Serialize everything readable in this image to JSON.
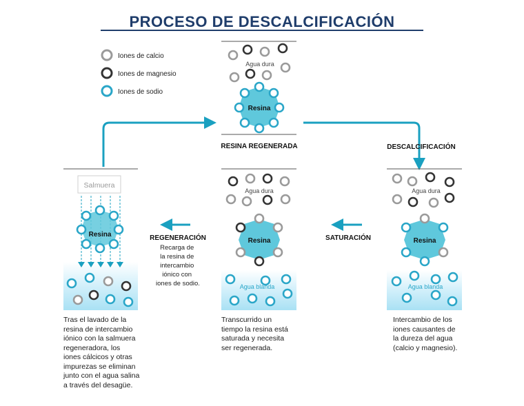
{
  "title": "PROCESO DE DESCALCIFICACIÓN",
  "legend": [
    {
      "label": "Iones de calcio",
      "color": "#9a9a9a"
    },
    {
      "label": "Iones de magnesio",
      "color": "#333333"
    },
    {
      "label": "Iones de sodio",
      "color": "#2aa6c8"
    }
  ],
  "labels": {
    "agua_dura": "Agua dura",
    "agua_blanda": "Agua blanda",
    "resina": "Resina",
    "salmuera": "Salmuera"
  },
  "steps": {
    "regenerada": "RESINA REGENERADA",
    "descalcificacion": "DESCALCIFICACIÓN",
    "saturacion": "SATURACIÓN",
    "regeneracion": "REGENERACIÓN"
  },
  "regeneracion_sub": [
    "Recarga de",
    "la resina de",
    "intercambio",
    "iónico con",
    "iones de sodio."
  ],
  "descriptions": {
    "left": [
      "Tras el lavado de la",
      "resina de intercambio",
      "iónico con la salmuera",
      "regeneradora, los",
      "iones cálcicos y otras",
      "impurezas se eliminan",
      "junto con el agua salina",
      "a través del desagüe."
    ],
    "middle": [
      "Transcurrido un",
      "tiempo la resina está",
      "saturada y necesita",
      "ser regenerada."
    ],
    "right": [
      "Intercambio de los",
      "iones causantes de",
      "la dureza del agua",
      "(calcio y magnesio)."
    ]
  },
  "colors": {
    "title": "#1f3d6b",
    "accent": "#1aa0c0",
    "resin": "#5fc8dc",
    "calcium": "#9a9a9a",
    "magnesium": "#333333",
    "sodium": "#2aa6c8",
    "water": "#cdeefa"
  }
}
